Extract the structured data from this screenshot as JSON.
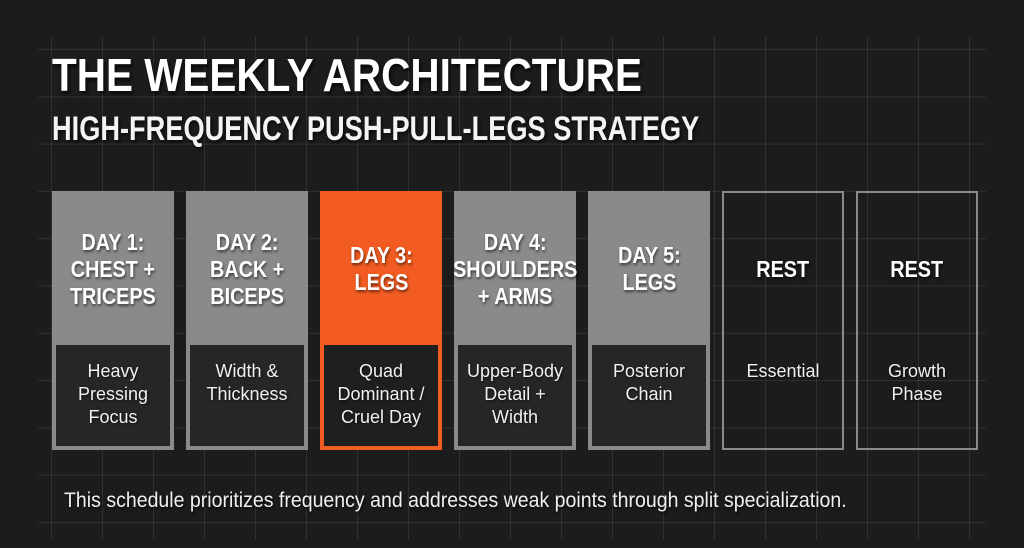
{
  "header": {
    "title": "THE WEEKLY ARCHITECTURE",
    "subtitle": "HIGH-FREQUENCY PUSH-PULL-LEGS STRATEGY"
  },
  "colors": {
    "background": "#1c1c1c",
    "workout_day": "#8a8a8a",
    "highlight_day": "#f25c22",
    "rest_border": "#8a8a8a"
  },
  "days": [
    {
      "label": "DAY 1:\nCHEST +\nTRICEPS",
      "focus": "Heavy\nPressing\nFocus",
      "style": "gray"
    },
    {
      "label": "DAY 2:\nBACK +\nBICEPS",
      "focus": "Width &\nThickness",
      "style": "gray"
    },
    {
      "label": "DAY 3:\nLEGS",
      "focus": "Quad\nDominant /\nCruel Day",
      "style": "orange"
    },
    {
      "label": "DAY 4:\nSHOULDERS\n+ ARMS",
      "focus": "Upper-Body\nDetail +\nWidth",
      "style": "gray"
    },
    {
      "label": "DAY 5:\nLEGS",
      "focus": "Posterior\nChain",
      "style": "gray"
    },
    {
      "label": "REST",
      "focus": "Essential",
      "style": "rest"
    },
    {
      "label": "REST",
      "focus": "Growth\nPhase",
      "style": "rest"
    }
  ],
  "footer": {
    "note": "This schedule prioritizes frequency and addresses weak points through split specialization."
  }
}
